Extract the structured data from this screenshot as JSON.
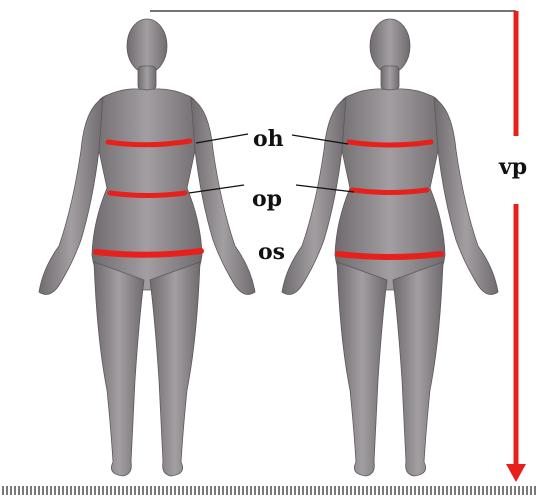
{
  "labels": {
    "chest": "oh",
    "waist": "op",
    "hip": "os",
    "height": "vp"
  },
  "colors": {
    "measure_band": "#e8201c",
    "height_arrow": "#e8201c",
    "body_fill": "#8e8a8d",
    "body_shade": "#6e6a6d",
    "ruler": "#222222"
  },
  "icons": {
    "front_figure": "female-body-front-icon",
    "back_figure": "female-body-back-icon",
    "height_arrow": "arrow-down-icon",
    "ruler": "ruler-ticks-icon"
  }
}
